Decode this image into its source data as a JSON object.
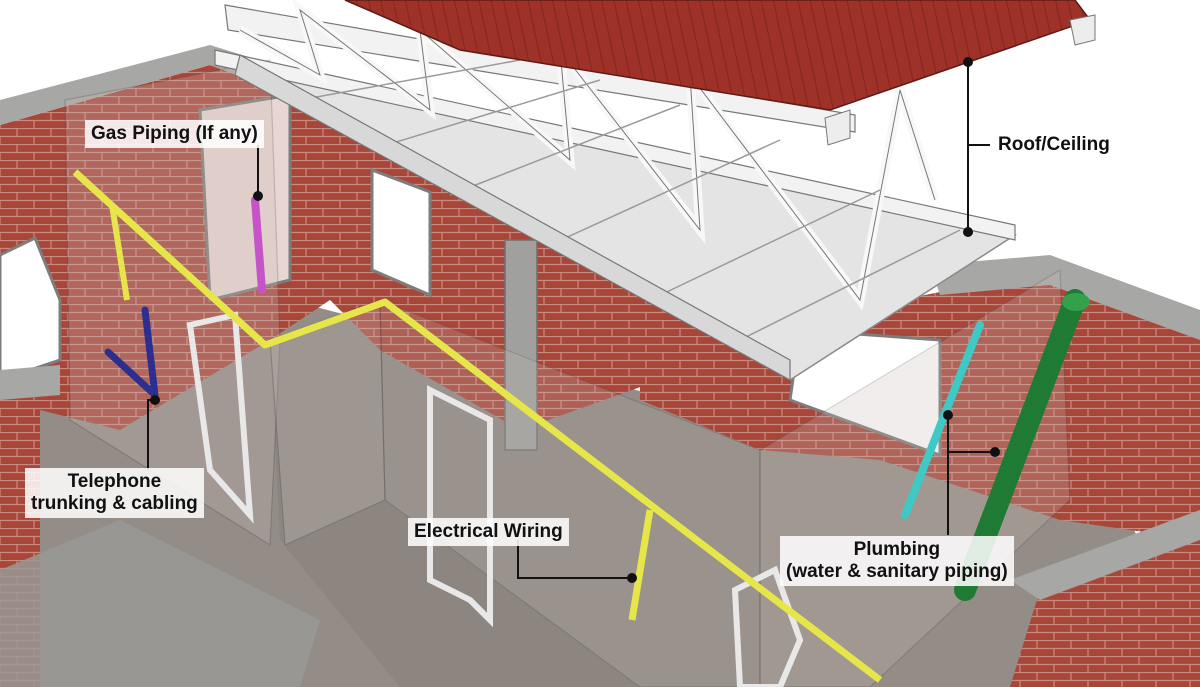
{
  "labels": {
    "gas_piping": "Gas Piping (If any)",
    "roof_ceiling": "Roof/Ceiling",
    "telephone_line1": "Telephone",
    "telephone_line2": "trunking & cabling",
    "electrical_wiring": "Electrical Wiring",
    "plumbing_line1": "Plumbing",
    "plumbing_line2": "(water & sanitary piping)"
  },
  "colors": {
    "brick": "#a8463a",
    "mortar": "#c98a80",
    "concrete": "#a7a7a5",
    "floor": "#948c86",
    "roof": "#9e3228",
    "ceiling_panel": "#e4e4e4",
    "truss": "#f2f2f2",
    "electrical": "#e6e64a",
    "gas": "#c653c8",
    "telephone": "#2d2f8e",
    "water": "#3ec9c4",
    "sanitary": "#1f7a34",
    "leader": "#111111"
  }
}
